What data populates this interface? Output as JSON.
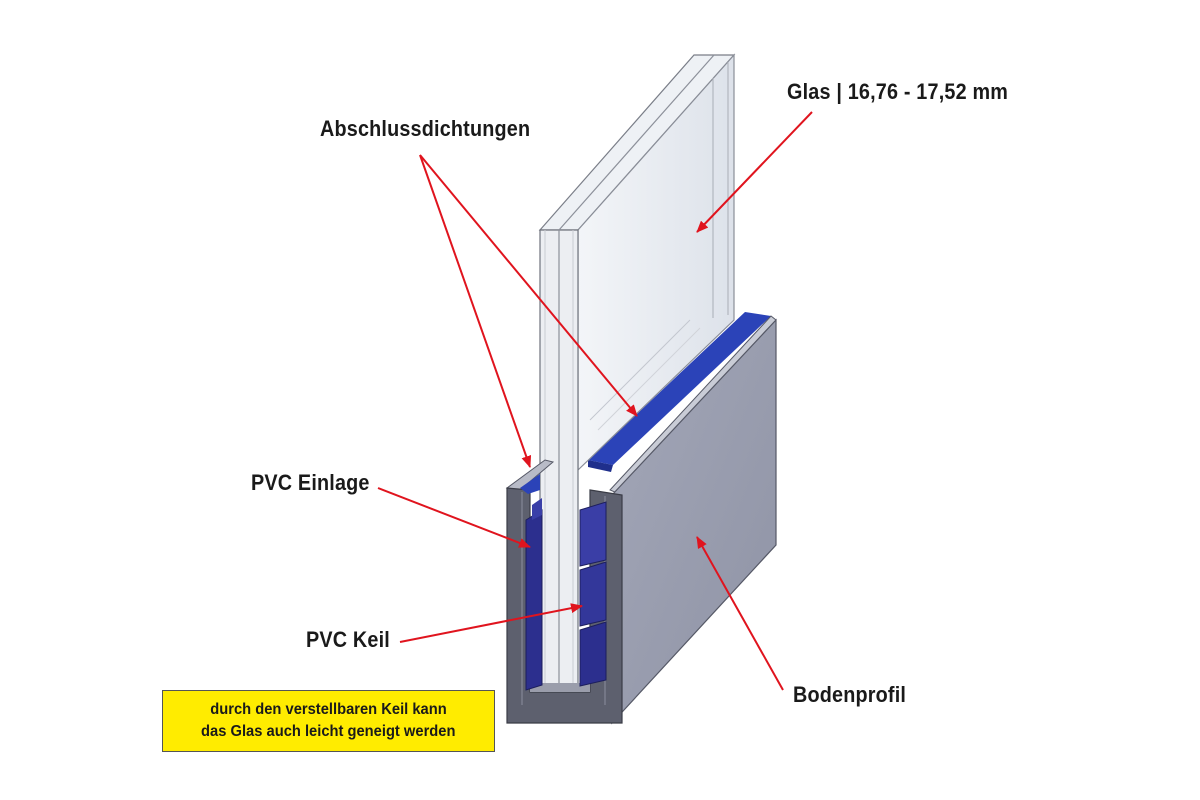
{
  "diagram": {
    "subject": "glass-railing-base-profile-cross-section",
    "labels": {
      "glass": "Glas | 16,76 - 17,52 mm",
      "seals": "Abschlussdichtungen",
      "pvc_insert": "PVC Einlage",
      "pvc_wedge": "PVC Keil",
      "base_profile": "Bodenprofil"
    },
    "note": {
      "line1": "durch den verstellbaren Keil kann",
      "line2": "das Glas auch leicht geneigt werden"
    }
  },
  "colors": {
    "background": "#ffffff",
    "arrow": "#e0141e",
    "note_background": "#ffec00",
    "profile_face": "#9da1b2",
    "profile_dark": "#5a5d6b",
    "seal_blue": "#2b43b8",
    "pvc_navy": "#2c2f8e",
    "label_text": "#1a1a1a"
  }
}
